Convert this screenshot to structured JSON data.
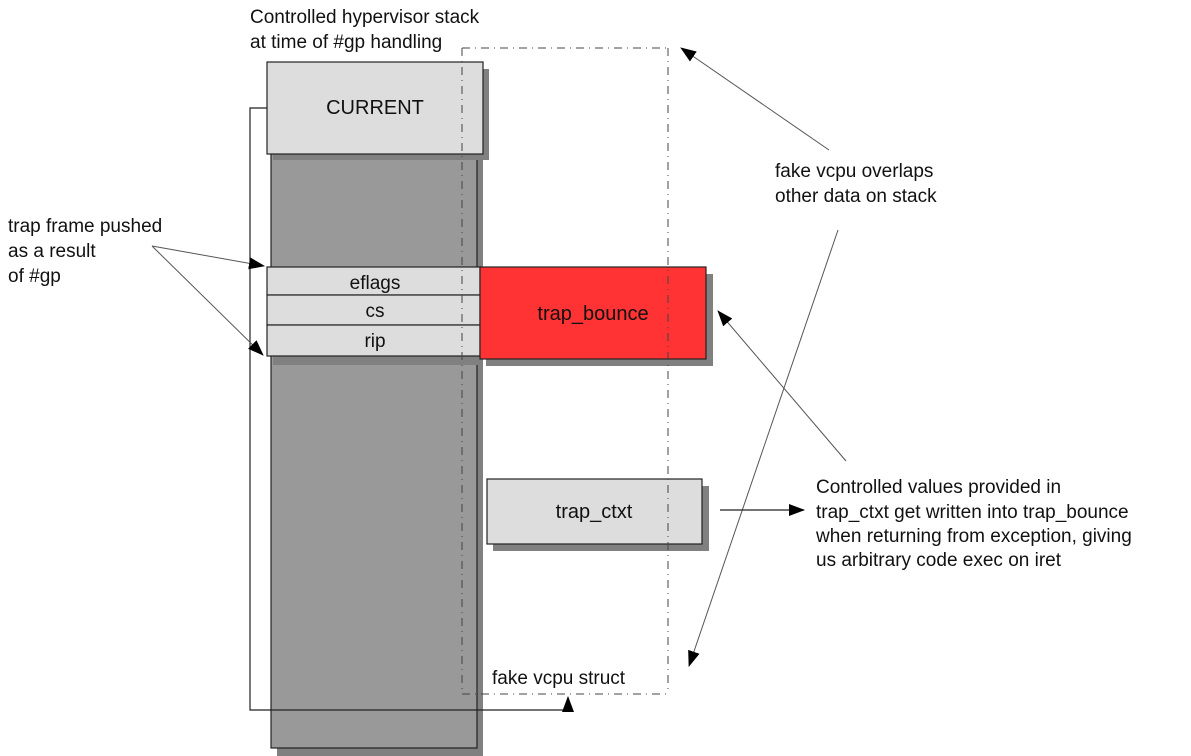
{
  "title_lines": [
    "Controlled hypervisor stack",
    "at time of #gp handling"
  ],
  "stack": {
    "current_label": "CURRENT",
    "trap_frame": [
      "eflags",
      "cs",
      "rip"
    ]
  },
  "boxes": {
    "trap_bounce": "trap_bounce",
    "trap_ctxt": "trap_ctxt",
    "fake_vcpu_struct": "fake vcpu struct"
  },
  "annotations": {
    "trap_frame_note": [
      "trap frame pushed",
      "as a result",
      "of #gp"
    ],
    "overlap_note": [
      "fake vcpu overlaps",
      "other data on stack"
    ],
    "controlled_note": [
      "Controlled values provided in",
      "trap_ctxt get written into trap_bounce",
      "when returning from exception, giving",
      "us arbitrary code exec on iret"
    ]
  },
  "colors": {
    "stack_fill": "#999999",
    "box_fill": "#dddddd",
    "shadow": "#808080",
    "highlight": "#ff3333",
    "stroke": "#222222"
  }
}
